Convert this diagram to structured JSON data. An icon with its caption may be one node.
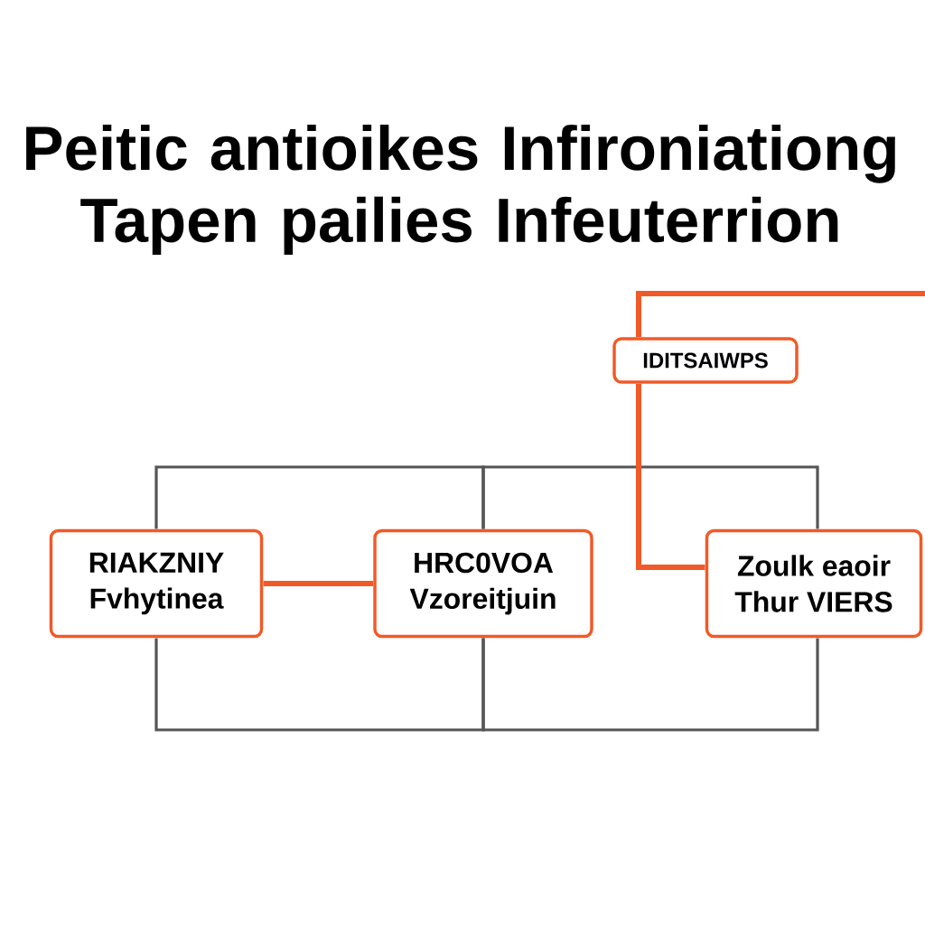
{
  "diagram": {
    "title": "Peitic antioikes Infironiationg Tapen pailies Infeuterrion",
    "nodes": [
      {
        "text": [
          "RIAKZNIY",
          "Fvhytinea"
        ]
      },
      {
        "text": [
          "HRC0VOA",
          "Vzoreitjuin"
        ]
      },
      {
        "text": [
          "IDITSAIWPS"
        ]
      },
      {
        "text": [
          "Zoulk eaoir",
          "Thur VIERS"
        ]
      }
    ],
    "edges": [
      {
        "from": 0,
        "to": 1,
        "arrow": "none"
      },
      {
        "from": 0,
        "to": 1,
        "arrow": "none"
      },
      {
        "from": 1,
        "to": 3,
        "arrow": "none"
      },
      {
        "from": 1,
        "to": 3,
        "arrow": "none"
      },
      {
        "from": 0,
        "to": 1,
        "arrow": "none",
        "style": "thick",
        "color": "#f05a28"
      },
      {
        "from": 2,
        "to": 3,
        "arrow": "none",
        "style": "thick",
        "color": "#f05a28"
      },
      {
        "from": 2,
        "to": null,
        "arrow": "none",
        "style": "thick",
        "color": "#f05a28"
      }
    ]
  }
}
